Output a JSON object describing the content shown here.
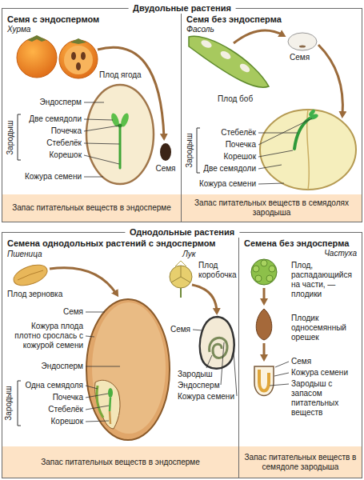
{
  "diagram": {
    "nodes": [
      {
        "text": [
          "Двудольные растения"
        ]
      },
      {
        "text": [
          "Семя с эндоспермом",
          "Хурма"
        ],
        "in": 0
      },
      {
        "text": [
          "Запас питательных веществ в эндосперме"
        ],
        "in": 1
      },
      {
        "text": [
          "Семя без эндосперма",
          "Фасоль"
        ],
        "in": 0
      },
      {
        "text": [
          "Запас питательных веществ в семядолях зародыша"
        ],
        "in": 3
      },
      {
        "text": [
          "Однодольные растения"
        ]
      },
      {
        "text": [
          "Семена однодольных растений с эндоспермом"
        ],
        "in": 5
      },
      {
        "text": [
          "Запас питательных веществ в эндосперме"
        ],
        "in": 6
      },
      {
        "text": [
          "Семена без эндосперма",
          "Частуха"
        ],
        "in": 5
      },
      {
        "text": [
          "Запас питательных веществ в семядоле зародыша"
        ],
        "in": 8
      }
    ],
    "labels": [
      "Плод ягода",
      "Семя",
      "Эндосперм",
      "Две семядоли",
      "Почечка",
      "Стебелёк",
      "Корешок",
      "Зародыш",
      "Кожура семени",
      "Семя",
      "Плод боб",
      "Стебелёк",
      "Почечка",
      "Корешок",
      "Две семядоли",
      "Зародыш",
      "Кожура семени",
      "Пшеница",
      "Лук",
      "Плод зерновка",
      "Семя",
      "Кожура плода плотно срослась с кожурой семени",
      "Эндосперм",
      "Одна семядоля",
      "Почечка",
      "Стебелёк",
      "Корешок",
      "Зародыш",
      "Плод коробочка",
      "Семя",
      "Зародыш",
      "Эндосперм",
      "Кожура семени",
      "Плод, распадающийся на части, — плодики",
      "Плодик односемянный орешек",
      "Семя",
      "Кожура семени",
      "Зародыш с запасом питательных веществ"
    ]
  }
}
